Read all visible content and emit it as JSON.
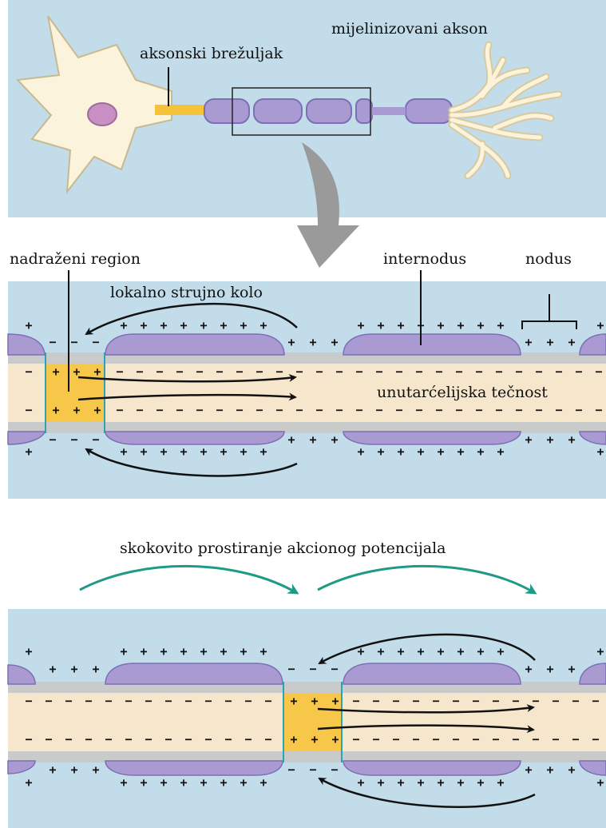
{
  "colors": {
    "background_blue": "#c2dcea",
    "myelin": "#a99bd2",
    "myelin_stroke": "#7d6fb5",
    "axoplasm": "#f6e6cc",
    "membrane": "#c9cbcb",
    "excited": "#f7c74a",
    "soma": "#fbf3dc",
    "nucleus": "#c98fc4",
    "hillock": "#f5c23a",
    "arrow_black": "#111111",
    "arrow_teal": "#1f9a86",
    "big_arrow": "#9a9a9a"
  },
  "labels": {
    "axon_hillock": "aksonski brežuljak",
    "myelinated_axon": "mijelinizovani akson",
    "excited_region": "nadraženi region",
    "internode": "internodus",
    "node": "nodus",
    "local_circuit": "lokalno strujno kolo",
    "intracellular_fluid": "unutarćelijska tečnost",
    "saltatory": "skokovito prostiranje akcionog potencijala"
  },
  "icons": {
    "neuron": "neuron-icon",
    "zoom_arrow": "zoom-arrow-icon"
  }
}
